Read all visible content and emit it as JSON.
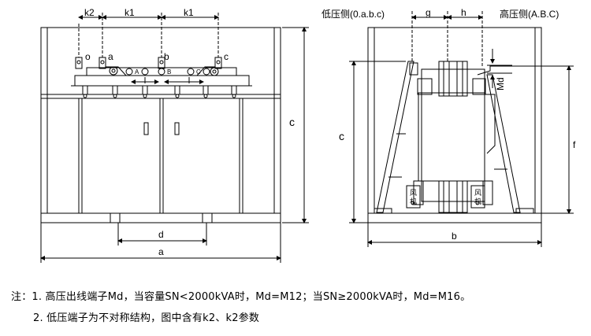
{
  "front_view": {
    "dim_k2": "k2",
    "dim_k1_left": "k1",
    "dim_k1_right": "k1",
    "terminal_o": "o",
    "terminal_a": "a",
    "terminal_b": "b",
    "terminal_c": "c",
    "phase_A": "A",
    "phase_B": "B",
    "phase_C": "C",
    "dim_c": "c",
    "dim_d": "d",
    "dim_a": "a"
  },
  "side_view": {
    "low_voltage_side": "低压侧(0.a.b.c)",
    "high_voltage_side": "高压侧(A.B.C)",
    "dim_g": "g",
    "dim_h": "h",
    "dim_Md": "Md",
    "dim_c": "c",
    "dim_f": "f",
    "dim_b": "b",
    "fan_left": "风机",
    "fan_right": "风机"
  },
  "notes": {
    "line1": "注：1. 高压出线端子Md，当容量SN<2000kVA时，Md=M12；当SN≥2000kVA时，Md=M16。",
    "line2": "2. 低压端子为不对称结构，图中含有k2、k2参数"
  }
}
